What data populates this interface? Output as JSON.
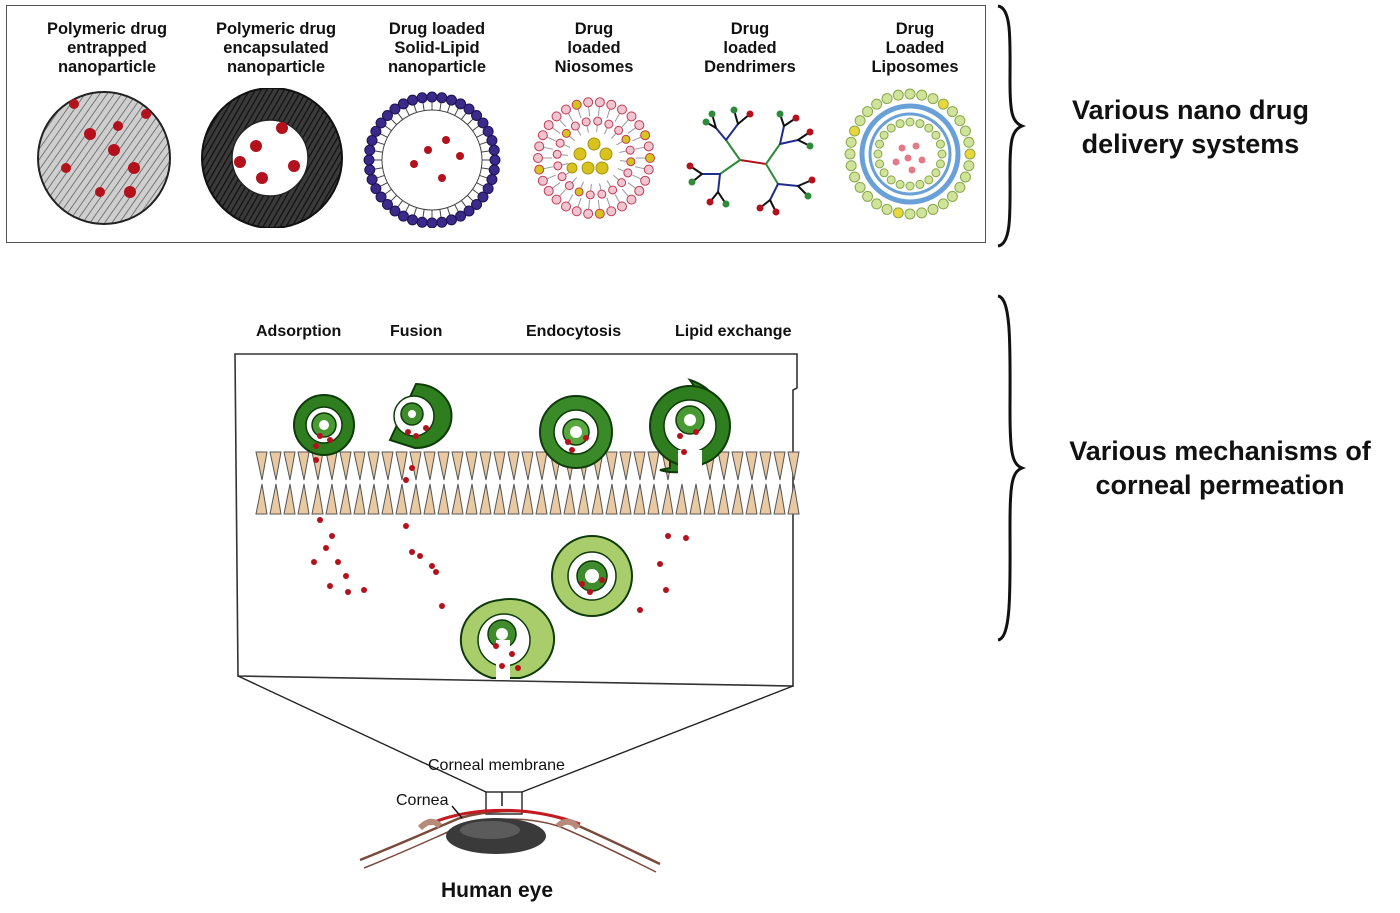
{
  "nano_systems": {
    "items": [
      {
        "label": "Polymeric drug\nentrapped\nnanoparticle",
        "icon": "polymeric-entrapped-icon"
      },
      {
        "label": "Polymeric drug\nencapsulated\nnanoparticle",
        "icon": "polymeric-encapsulated-icon"
      },
      {
        "label": "Drug loaded\nSolid-Lipid\nnanoparticle",
        "icon": "solid-lipid-icon"
      },
      {
        "label": "Drug\nloaded\nNiosomes",
        "icon": "niosome-icon"
      },
      {
        "label": "Drug\nloaded\nDendrimers",
        "icon": "dendrimer-icon"
      },
      {
        "label": "Drug\nLoaded\nLiposomes",
        "icon": "liposome-icon"
      }
    ],
    "caption": "Various nano drug\ndelivery systems"
  },
  "mechanisms": {
    "labels": [
      "Adsorption",
      "Fusion",
      "Endocytosis",
      "Lipid exchange"
    ],
    "caption": "Various mechanisms of\ncorneal permeation"
  },
  "eye": {
    "corneal_membrane": "Corneal membrane",
    "cornea": "Cornea",
    "title": "Human eye"
  },
  "colors": {
    "drug": "#b3121c",
    "vesicle_dark": "#2e7d1f",
    "vesicle_light": "#a9cd6a",
    "lipid": "#e9c9a2",
    "dendrimer_green": "#2f8b3a",
    "lipid_purple": "#3b2a8a",
    "liposome_blue": "#6aa0d8"
  }
}
